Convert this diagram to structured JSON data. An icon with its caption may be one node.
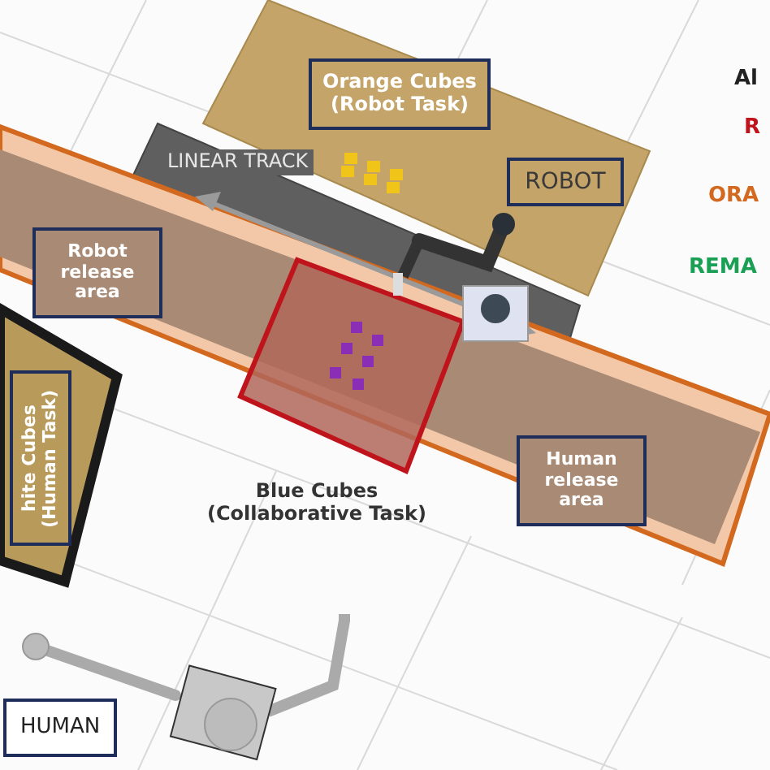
{
  "diagram": {
    "nodes": [
      {
        "text": [
          "Orange Cubes (Robot Task)"
        ]
      },
      {
        "text": [
          "ROBOT"
        ]
      },
      {
        "text": [
          "Robot release area"
        ]
      },
      {
        "text": [
          "hite Cubes (Human Task)"
        ]
      },
      {
        "text": [
          "Human release area"
        ]
      },
      {
        "text": [
          "HUMAN"
        ]
      }
    ],
    "labels": [
      "LINEAR TRACK",
      "Blue Cubes (Collaborative Task)",
      "Al",
      "R",
      "ORA",
      "REMA"
    ]
  }
}
